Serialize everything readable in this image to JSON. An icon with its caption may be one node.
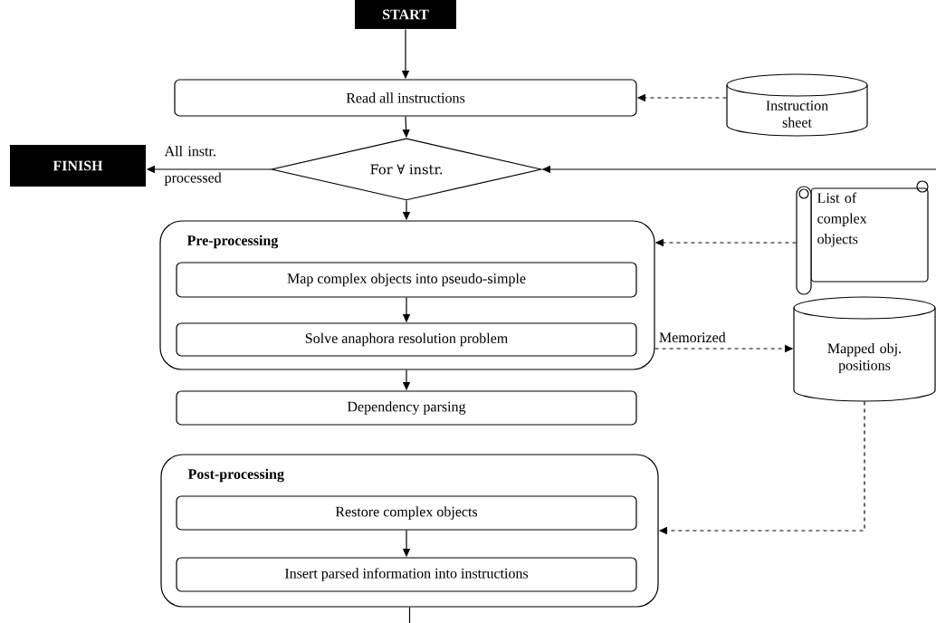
{
  "diagram": {
    "nodes": [
      {
        "text": [
          "START"
        ]
      },
      {
        "text": [
          "Read all instructions"
        ]
      },
      {
        "text": [
          "Instruction sheet"
        ]
      },
      {
        "text": [
          "For ∀ instr."
        ]
      },
      {
        "text": [
          "FINISH"
        ]
      },
      {
        "text": [
          "Pre-processing"
        ]
      },
      {
        "text": [
          "Map complex objects into pseudo-simple"
        ],
        "in": 5
      },
      {
        "text": [
          "Solve anaphora resolution problem"
        ],
        "in": 5
      },
      {
        "text": [
          "List of complex objects"
        ]
      },
      {
        "text": [
          "Mapped obj. positions"
        ]
      },
      {
        "text": [
          "Dependency parsing"
        ]
      },
      {
        "text": [
          "Post-processing"
        ]
      },
      {
        "text": [
          "Restore complex objects"
        ],
        "in": 11
      },
      {
        "text": [
          "Insert parsed information into instructions"
        ],
        "in": 11
      }
    ],
    "edges": [
      {
        "from": 0,
        "to": 1,
        "arrow": "to"
      },
      {
        "from": 2,
        "to": 1,
        "arrow": "to",
        "style": "dashed"
      },
      {
        "from": 1,
        "to": 3,
        "arrow": "to"
      },
      {
        "from": 3,
        "to": 4,
        "arrow": "to",
        "label": "All instr. processed"
      },
      {
        "from": null,
        "to": 3,
        "arrow": "to"
      },
      {
        "from": 3,
        "to": 5,
        "arrow": "to"
      },
      {
        "from": 8,
        "to": 5,
        "arrow": "to",
        "style": "dashed"
      },
      {
        "from": 6,
        "to": 7,
        "arrow": "to"
      },
      {
        "from": 5,
        "to": 9,
        "arrow": "to",
        "style": "dashed",
        "label": "Memorized"
      },
      {
        "from": 5,
        "to": 10,
        "arrow": "to"
      },
      {
        "from": 9,
        "to": 11,
        "arrow": "to",
        "style": "dashed"
      },
      {
        "from": 12,
        "to": 13,
        "arrow": "to"
      },
      {
        "from": 11,
        "to": null,
        "arrow": "none"
      }
    ]
  }
}
